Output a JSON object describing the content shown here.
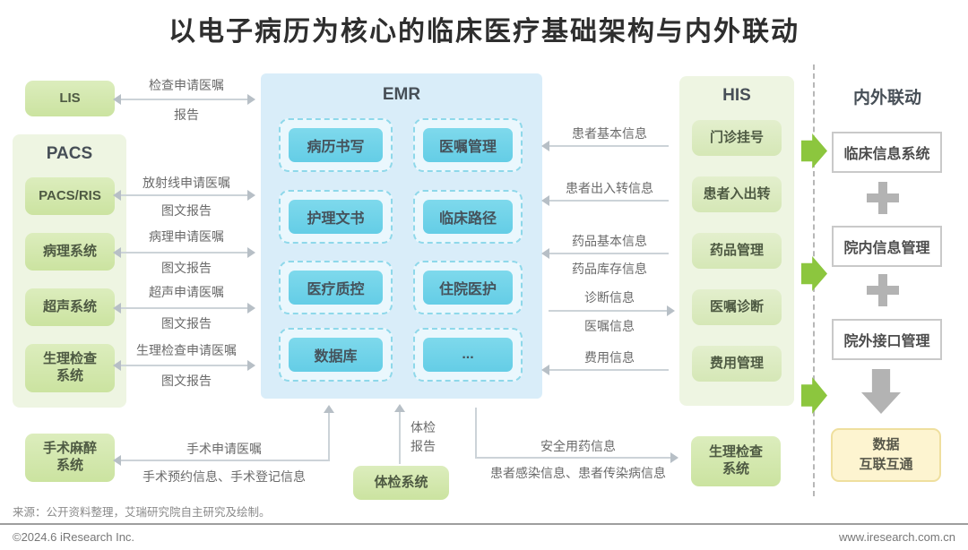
{
  "title": "以电子病历为核心的临床医疗基础架构与内外联动",
  "left": {
    "lis": {
      "label": "LIS",
      "req": "检查申请医嘱",
      "res": "报告"
    },
    "pacs_title": "PACS",
    "pacs_items": [
      {
        "label": "PACS/RIS",
        "req": "放射线申请医嘱",
        "res": "图文报告"
      },
      {
        "label": "病理系统",
        "req": "病理申请医嘱",
        "res": "图文报告"
      },
      {
        "label": "超声系统",
        "req": "超声申请医嘱",
        "res": "图文报告"
      },
      {
        "label": "生理检查系统",
        "req": "生理检查申请医嘱",
        "res": "图文报告"
      }
    ],
    "surgery": {
      "label": "手术麻醉系统",
      "req": "手术申请医嘱",
      "res": "手术预约信息、手术登记信息"
    }
  },
  "emr": {
    "title": "EMR",
    "modules": [
      "病历书写",
      "医嘱管理",
      "护理文书",
      "临床路径",
      "医疗质控",
      "住院医护",
      "数据库",
      "..."
    ]
  },
  "his": {
    "title": "HIS",
    "items": [
      "门诊挂号",
      "患者入出转",
      "药品管理",
      "医嘱诊断",
      "费用管理"
    ]
  },
  "mid_arrows": [
    {
      "label1": "患者基本信息",
      "dir": "left"
    },
    {
      "label1": "患者出入转信息",
      "dir": "left"
    },
    {
      "label1": "药品基本信息",
      "label2": "药品库存信息",
      "dir": "left"
    },
    {
      "label1": "诊断信息",
      "label2": "医嘱信息",
      "dir": "right"
    },
    {
      "label1": "费用信息",
      "dir": "left"
    }
  ],
  "bottom": {
    "checkup": {
      "label": "体检系统",
      "arrow_line1": "体检",
      "arrow_line2": "报告"
    },
    "safety": {
      "top": "安全用药信息",
      "bottom": "患者感染信息、患者传染病信息"
    },
    "physio_label": "生理检查系统"
  },
  "linkage": {
    "title": "内外联动",
    "boxes": [
      "临床信息系统",
      "院内信息管理",
      "院外接口管理"
    ],
    "result_line1": "数据",
    "result_line2": "互联互通"
  },
  "footer": {
    "source": "来源：公开资料整理，艾瑞研究院自主研究及绘制。",
    "copyright": "©2024.6 iResearch Inc.",
    "website": "www.iresearch.com.cn"
  },
  "colors": {
    "accent_green": "#8cc63e",
    "box_green": "#cde5a4",
    "panel_green": "#eef5e2",
    "his_box_green": "#d9e9bd",
    "emr_panel_blue": "#d9edf9",
    "emr_module_cyan": "#6fd2e9",
    "yellow_fill": "#fdf4d0",
    "yellow_border": "#efdf9e",
    "gray_symbol": "#b3b3b3",
    "connector_gray": "#ccd3d8"
  }
}
